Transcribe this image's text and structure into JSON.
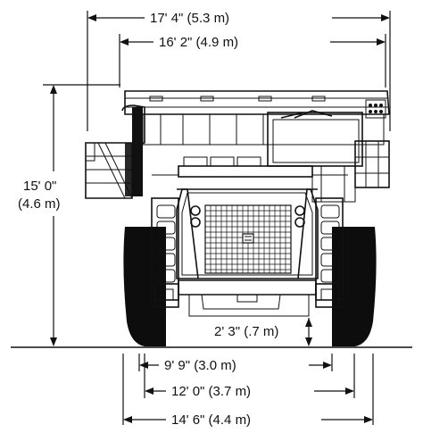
{
  "dimensions": {
    "overall_width": "17' 4\" (5.3 m)",
    "body_width": "16' 2\" (4.9 m)",
    "height_ft": "15' 0\"",
    "height_m": "(4.6 m)",
    "ground_clearance": "2' 3\" (.7 m)",
    "inner_tread": "9' 9\" (3.0 m)",
    "center_tread": "12' 0\" (3.7 m)",
    "outer_tread": "14' 6\" (4.4 m)"
  },
  "colors": {
    "line": "#111111",
    "tire": "#0d0d0d",
    "background": "#ffffff"
  }
}
